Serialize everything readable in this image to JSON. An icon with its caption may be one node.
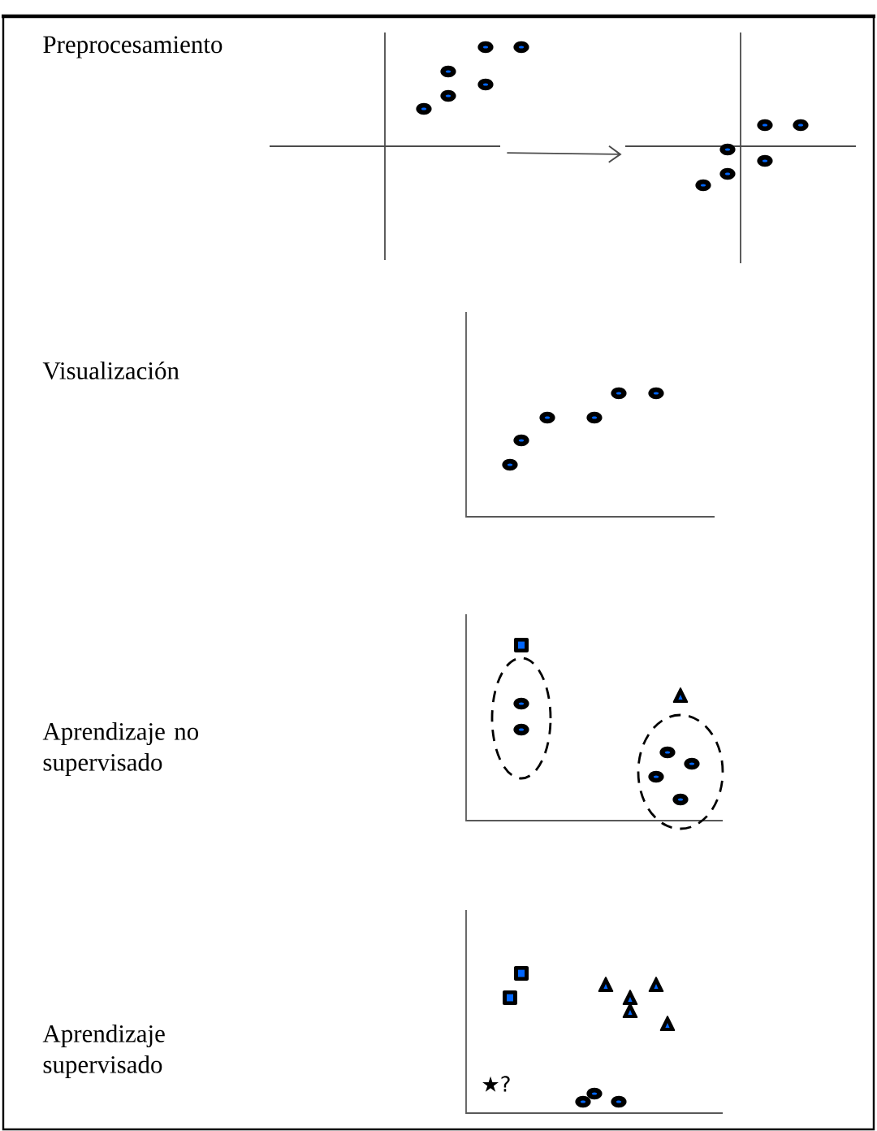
{
  "diagram": {
    "nodes": [
      {
        "text": [
          "Preprocesamiento"
        ]
      },
      {
        "text": [],
        "shape": "picture"
      },
      {
        "text": [],
        "shape": "picture"
      },
      {
        "text": [
          "Visualización"
        ]
      },
      {
        "text": [
          "Aprendizaje no supervisado"
        ]
      },
      {
        "text": [
          "Aprendizaje supervisado"
        ]
      }
    ],
    "edges": [
      {
        "from": 1,
        "to": 2,
        "arrow": "to"
      }
    ],
    "labels": [
      "★?"
    ]
  }
}
